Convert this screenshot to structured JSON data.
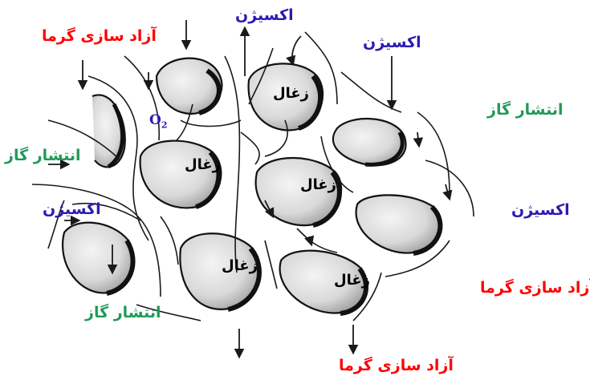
{
  "labels": {
    "heat_release_1": "آزاد سازی گرما",
    "heat_release_2": "آزاد سازی گرما",
    "heat_release_3": "آزاد سازی گرما",
    "oxygen_1": "اکسیژن",
    "oxygen_2": "اکسیژن",
    "oxygen_3": "اکسیژن",
    "oxygen_4": "اکسیژن",
    "gas_diffusion_1": "انتشار گاز",
    "gas_diffusion_2": "انتشار گاز",
    "gas_diffusion_3": "انتشار گاز",
    "coal_1": "زغال",
    "coal_2": "زغال",
    "coal_3": "زغال",
    "coal_4": "زغال",
    "coal_5": "زغال",
    "o2_symbol": "O",
    "o2_subscript": "2"
  },
  "colors": {
    "heat": "#ff0000",
    "oxygen": "#2b1bb3",
    "gas": "#1f9a57",
    "coal_text": "#000000",
    "lines": "#1a1a1a"
  }
}
